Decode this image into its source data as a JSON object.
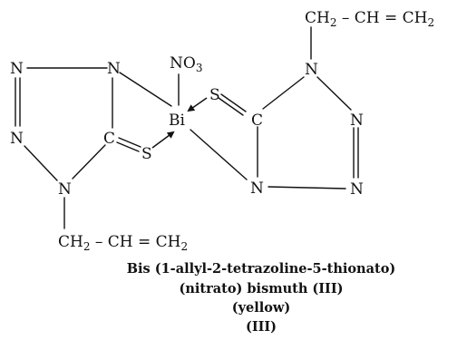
{
  "molecule": {
    "atoms": {
      "n_top_left": "N",
      "n_top_inner": "N",
      "n_mid_left": "N",
      "n_bottom_left": "N",
      "c_left": "C",
      "s_left": "S",
      "bi": "Bi",
      "s_right": "S",
      "c_right": "C",
      "n_top_right": "N",
      "n_right_upper": "N",
      "n_right_lower": "N",
      "n_bottom_inner": "N",
      "no3_main": "NO",
      "no3_sub": "3"
    },
    "substituents": {
      "allyl_bottom_left": {
        "ch2": "CH",
        "ch2_sub": "2",
        "rest": " – CH = CH",
        "end_sub": "2"
      },
      "allyl_top_right": {
        "ch2": "CH",
        "ch2_sub": "2",
        "rest": " – CH = CH",
        "end_sub": "2"
      }
    }
  },
  "caption": {
    "line1": "Bis (1-allyl-2-tetrazoline-5-thionato)",
    "line2": "(nitrato) bismuth (III)",
    "line3": "(yellow)",
    "line4": "(III)"
  }
}
